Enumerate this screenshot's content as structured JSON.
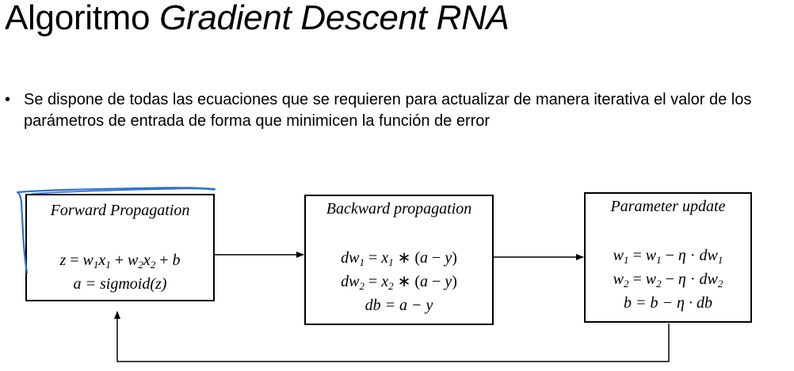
{
  "slide": {
    "title_plain": "Algoritmo ",
    "title_emph": "Gradient Descent RNA",
    "bullet": "Se dispone de todas las ecuaciones que se requieren para actualizar de manera iterativa el valor de los parámetros de entrada de forma que minimicen la función de error"
  },
  "diagram": {
    "forward": {
      "title": "Forward Propagation",
      "eq2": "a = sigmoid(z)"
    },
    "backward": {
      "title": "Backward propagation",
      "eq3": "db = a − y"
    },
    "update": {
      "title": "Parameter update",
      "eq3": "b = b − η · db"
    }
  },
  "colors": {
    "annotation_pen": "#2f6fd6",
    "lines": "#000000"
  },
  "icons": [
    "bullet-dot",
    "arrow-head"
  ]
}
